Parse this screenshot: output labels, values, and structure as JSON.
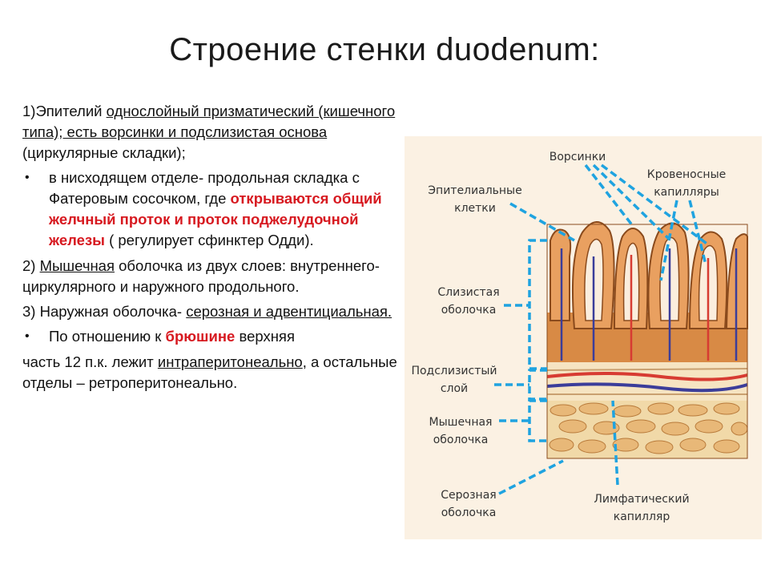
{
  "slide": {
    "title": "Строение стенки  duodenum:"
  },
  "text": {
    "p1": {
      "prefix": "1)Эпителий ",
      "u1": "однослойный призматический (кишечного типа); есть ворсинки и  подслизистая основа",
      "suffix": " (циркулярные складки);"
    },
    "b1": {
      "normal": "в нисходящем отделе- продольная складка  с Фатеровым сосочком, где ",
      "red": "открываются общий желчный проток и проток поджелудочной железы",
      "end": " ( регулирует сфинктер Одди)."
    },
    "p2": {
      "prefix": "2) ",
      "u": "Мышечная",
      "suffix": " оболочка из двух слоев: внутреннего-циркулярного и наружного продольного."
    },
    "p3": {
      "prefix": "3) Наружная оболочка- ",
      "u": "серозная и адвентициальная."
    },
    "b2": {
      "normal": "По отношению к ",
      "red": "брюшине",
      "end": "  верхняя"
    },
    "p4": {
      "line1": "часть 12 п.к. лежит ",
      "u": "интраперитонеально",
      "rest": ", а остальные отделы – ретроперитонеально."
    }
  },
  "figure": {
    "labels": {
      "villi": "Ворсинки",
      "capillaries_1": "Кровеносные",
      "capillaries_2": "капилляры",
      "epithelial_1": "Эпителиальные",
      "epithelial_2": "клетки",
      "mucosa_1": "Слизистая",
      "mucosa_2": "оболочка",
      "submucosa_1": "Подслизистый",
      "submucosa_2": "слой",
      "muscular_1": "Мышечная",
      "muscular_2": "оболочка",
      "serosa_1": "Серозная",
      "serosa_2": "оболочка",
      "lymph_1": "Лимфатический",
      "lymph_2": "капилляр"
    },
    "colors": {
      "background": "#fbf1e3",
      "pointer": "#1fa3e0",
      "tissue": "#d88a45",
      "vein": "#3b3d9a",
      "artery": "#d73b32"
    }
  }
}
